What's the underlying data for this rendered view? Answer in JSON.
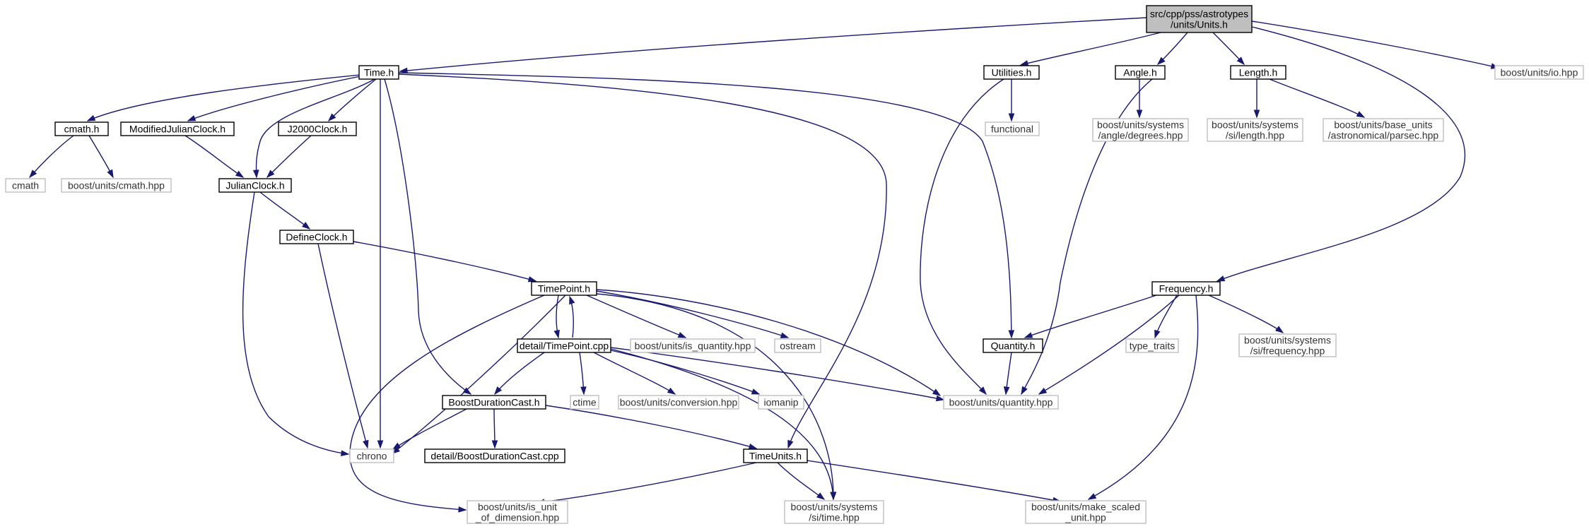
{
  "diagram": {
    "type": "include-dependency-graph",
    "colors": {
      "edge": "#191970",
      "root_fill": "#bfbfbf",
      "local_border": "#000000",
      "external_border": "#bfbfbf"
    },
    "nodes": {
      "units_h": {
        "lines": [
          "src/cpp/pss/astrotypes",
          "/units/Units.h"
        ],
        "kind": "root"
      },
      "time_h": {
        "lines": [
          "Time.h"
        ],
        "kind": "local"
      },
      "utilities_h": {
        "lines": [
          "Utilities.h"
        ],
        "kind": "local"
      },
      "angle_h": {
        "lines": [
          "Angle.h"
        ],
        "kind": "local"
      },
      "length_h": {
        "lines": [
          "Length.h"
        ],
        "kind": "local"
      },
      "boost_io": {
        "lines": [
          "boost/units/io.hpp"
        ],
        "kind": "ext"
      },
      "cmath_h": {
        "lines": [
          "cmath.h"
        ],
        "kind": "local"
      },
      "mjc_h": {
        "lines": [
          "ModifiedJulianClock.h"
        ],
        "kind": "local"
      },
      "j2000_h": {
        "lines": [
          "J2000Clock.h"
        ],
        "kind": "local"
      },
      "functional": {
        "lines": [
          "functional"
        ],
        "kind": "ext"
      },
      "angle_deg": {
        "lines": [
          "boost/units/systems",
          "/angle/degrees.hpp"
        ],
        "kind": "ext"
      },
      "si_length": {
        "lines": [
          "boost/units/systems",
          "/si/length.hpp"
        ],
        "kind": "ext"
      },
      "parsec": {
        "lines": [
          "boost/units/base_units",
          "/astronomical/parsec.hpp"
        ],
        "kind": "ext"
      },
      "cmath": {
        "lines": [
          "cmath"
        ],
        "kind": "ext"
      },
      "boost_cmath": {
        "lines": [
          "boost/units/cmath.hpp"
        ],
        "kind": "ext"
      },
      "julian_h": {
        "lines": [
          "JulianClock.h"
        ],
        "kind": "local"
      },
      "define_h": {
        "lines": [
          "DefineClock.h"
        ],
        "kind": "local"
      },
      "timepoint_h": {
        "lines": [
          "TimePoint.h"
        ],
        "kind": "local"
      },
      "frequency_h": {
        "lines": [
          "Frequency.h"
        ],
        "kind": "local"
      },
      "tp_cpp": {
        "lines": [
          "detail/TimePoint.cpp"
        ],
        "kind": "local"
      },
      "is_quantity": {
        "lines": [
          "boost/units/is_quantity.hpp"
        ],
        "kind": "ext"
      },
      "ostream": {
        "lines": [
          "ostream"
        ],
        "kind": "ext"
      },
      "quantity_h": {
        "lines": [
          "Quantity.h"
        ],
        "kind": "local"
      },
      "type_traits": {
        "lines": [
          "type_traits"
        ],
        "kind": "ext"
      },
      "si_freq": {
        "lines": [
          "boost/units/systems",
          "/si/frequency.hpp"
        ],
        "kind": "ext"
      },
      "bdc_h": {
        "lines": [
          "BoostDurationCast.h"
        ],
        "kind": "local"
      },
      "ctime": {
        "lines": [
          "ctime"
        ],
        "kind": "ext"
      },
      "conversion": {
        "lines": [
          "boost/units/conversion.hpp"
        ],
        "kind": "ext"
      },
      "iomanip": {
        "lines": [
          "iomanip"
        ],
        "kind": "ext"
      },
      "quantity_hpp": {
        "lines": [
          "boost/units/quantity.hpp"
        ],
        "kind": "ext"
      },
      "chrono": {
        "lines": [
          "chrono"
        ],
        "kind": "ext"
      },
      "bdc_cpp": {
        "lines": [
          "detail/BoostDurationCast.cpp"
        ],
        "kind": "local"
      },
      "timeunits_h": {
        "lines": [
          "TimeUnits.h"
        ],
        "kind": "local"
      },
      "is_unit_dim": {
        "lines": [
          "boost/units/is_unit",
          "_of_dimension.hpp"
        ],
        "kind": "ext"
      },
      "si_time": {
        "lines": [
          "boost/units/systems",
          "/si/time.hpp"
        ],
        "kind": "ext"
      },
      "make_scaled": {
        "lines": [
          "boost/units/make_scaled",
          "_unit.hpp"
        ],
        "kind": "ext"
      }
    },
    "edges": [
      [
        "units_h",
        "time_h"
      ],
      [
        "units_h",
        "utilities_h"
      ],
      [
        "units_h",
        "angle_h"
      ],
      [
        "units_h",
        "length_h"
      ],
      [
        "units_h",
        "boost_io"
      ],
      [
        "units_h",
        "frequency_h"
      ],
      [
        "time_h",
        "cmath_h"
      ],
      [
        "time_h",
        "mjc_h"
      ],
      [
        "time_h",
        "j2000_h"
      ],
      [
        "time_h",
        "julian_h"
      ],
      [
        "time_h",
        "chrono"
      ],
      [
        "time_h",
        "bdc_h"
      ],
      [
        "time_h",
        "timeunits_h"
      ],
      [
        "time_h",
        "quantity_h"
      ],
      [
        "utilities_h",
        "functional"
      ],
      [
        "utilities_h",
        "quantity_hpp"
      ],
      [
        "angle_h",
        "angle_deg"
      ],
      [
        "angle_h",
        "quantity_hpp"
      ],
      [
        "length_h",
        "si_length"
      ],
      [
        "length_h",
        "parsec"
      ],
      [
        "cmath_h",
        "cmath"
      ],
      [
        "cmath_h",
        "boost_cmath"
      ],
      [
        "mjc_h",
        "julian_h"
      ],
      [
        "j2000_h",
        "julian_h"
      ],
      [
        "julian_h",
        "define_h"
      ],
      [
        "julian_h",
        "chrono"
      ],
      [
        "define_h",
        "timepoint_h"
      ],
      [
        "define_h",
        "chrono"
      ],
      [
        "timepoint_h",
        "tp_cpp"
      ],
      [
        "timepoint_h",
        "is_quantity"
      ],
      [
        "timepoint_h",
        "ostream"
      ],
      [
        "timepoint_h",
        "quantity_hpp"
      ],
      [
        "timepoint_h",
        "chrono"
      ],
      [
        "timepoint_h",
        "is_unit_dim"
      ],
      [
        "timepoint_h",
        "si_time"
      ],
      [
        "tp_cpp",
        "timepoint_h"
      ],
      [
        "tp_cpp",
        "bdc_h"
      ],
      [
        "tp_cpp",
        "ctime"
      ],
      [
        "tp_cpp",
        "conversion"
      ],
      [
        "tp_cpp",
        "iomanip"
      ],
      [
        "tp_cpp",
        "quantity_hpp"
      ],
      [
        "tp_cpp",
        "si_time"
      ],
      [
        "frequency_h",
        "quantity_h"
      ],
      [
        "frequency_h",
        "type_traits"
      ],
      [
        "frequency_h",
        "si_freq"
      ],
      [
        "frequency_h",
        "quantity_hpp"
      ],
      [
        "frequency_h",
        "make_scaled"
      ],
      [
        "quantity_h",
        "quantity_hpp"
      ],
      [
        "bdc_h",
        "chrono"
      ],
      [
        "bdc_h",
        "bdc_cpp"
      ],
      [
        "bdc_h",
        "timeunits_h"
      ],
      [
        "timeunits_h",
        "is_unit_dim"
      ],
      [
        "timeunits_h",
        "si_time"
      ],
      [
        "timeunits_h",
        "make_scaled"
      ]
    ]
  }
}
